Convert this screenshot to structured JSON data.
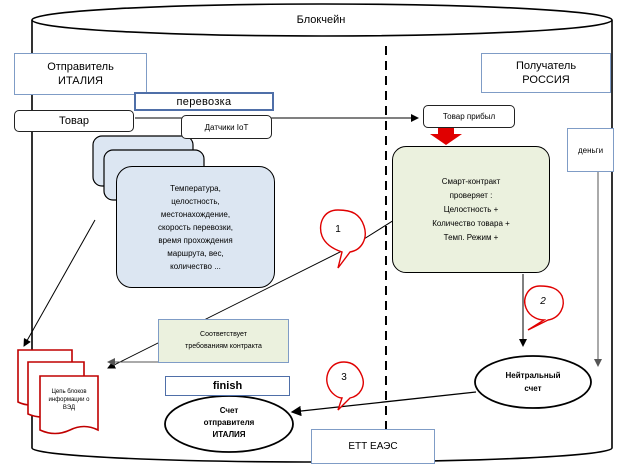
{
  "blockchain": {
    "label": "Блокчейн"
  },
  "sender": {
    "line1": "Отправитель",
    "line2": "ИТАЛИЯ"
  },
  "receiver": {
    "line1": "Получатель",
    "line2": "РОССИЯ"
  },
  "transport": {
    "label": "перевозка"
  },
  "goods": {
    "label": "Товар"
  },
  "iot_sensors": {
    "label": "Датчики IoT"
  },
  "goods_arrived": {
    "label": "Товар прибыл"
  },
  "money": {
    "label": "деньги"
  },
  "sensor_data": {
    "lines": [
      "Температура,",
      "целостность,",
      "местонахождение,",
      "скорость перевозки,",
      "время прохождения",
      "маршрута, вес,",
      "количество ..."
    ]
  },
  "smart_contract": {
    "lines": [
      "Смарт-контракт",
      "проверяет :",
      "Целостность +",
      "Количество товара +",
      "Темп. Режим +"
    ]
  },
  "contract_match": {
    "line1": "Соответствует",
    "line2": "требованиям контракта"
  },
  "finish": {
    "label": "finish"
  },
  "blocks": {
    "line1": "Цепь блоков",
    "line2": "информации о",
    "line3": "ВЭД"
  },
  "sender_account": {
    "line1": "Счет",
    "line2": "отправителя",
    "line3": "ИТАЛИЯ"
  },
  "neutral_account": {
    "line1": "Нейтральный",
    "line2": "счет"
  },
  "ett": {
    "label": "ЕТТ ЕАЭС"
  },
  "steps": [
    "1",
    "2",
    "3"
  ],
  "colors": {
    "sensor_fill": "#dce6f2",
    "contract_fill": "#ebf1de",
    "doc_border": "#c00000",
    "arrow_red": "#e00000",
    "callout_border": "#e00000",
    "box_border": "#7f9cc6"
  }
}
